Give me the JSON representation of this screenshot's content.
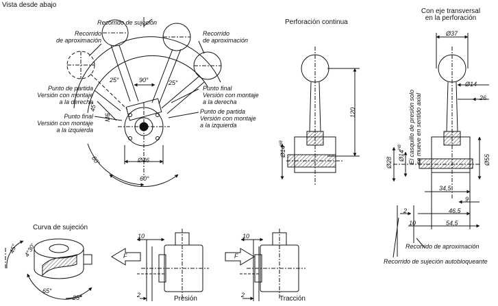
{
  "views": {
    "bottom": {
      "title": "Vista desde abajo",
      "clamping_travel": "Recorrido de sujeción",
      "approach_left": [
        "Recorrido",
        "de aproximación"
      ],
      "approach_right": [
        "Recorrido",
        "de aproximación"
      ],
      "start_right_mount": [
        "Punto de partida",
        "Versión con montaje",
        "a la derecha"
      ],
      "end_left_mount": [
        "Punto final",
        "Versión con montaje",
        "a la izquierda"
      ],
      "end_right_mount": [
        "Punto final",
        "Versión con montaje",
        "a la derecha"
      ],
      "start_left_mount": [
        "Punto de partida",
        "Versión con montaje",
        "a la izquierda"
      ],
      "dims": {
        "a90": "90°",
        "a25_left": "25°",
        "a25_right": "25°",
        "a45": "45°",
        "m6": "M6",
        "d46": "Ø46",
        "a60_bottom": "60°",
        "a60_left": "60°"
      }
    },
    "through": {
      "title": "Perforación continua",
      "dims": {
        "h120": "120",
        "d14": "Ø14",
        "d14_tol": "H8"
      }
    },
    "cross": {
      "title": [
        "Con eje transversal",
        "en la perforación"
      ],
      "note": [
        "El casquillo de presión solo",
        "se mueve en sentido axial"
      ],
      "dims": {
        "d37": "Ø37",
        "d14a": "Ø14",
        "d26": "26",
        "d28": "Ø28",
        "d14b": "Ø14",
        "d14b_tol": "H8",
        "d55": "Ø55",
        "d34_5": "34,5",
        "d9": "9",
        "d46_5": "46,5",
        "d2": "2",
        "d10": "10",
        "d54_5": "54,5"
      },
      "approach": "Recorrido de aproximación",
      "self_locking": "Recorrido de sujeción autobloqueante"
    },
    "curve": {
      "title": "Curva de sujeción",
      "dims": {
        "a45": "45°",
        "a4_30": "4°30'",
        "a65": "65°",
        "a25": "25°"
      }
    },
    "push": {
      "label": "Presión",
      "force": "F",
      "dims": {
        "d10": "10",
        "d2": "2"
      }
    },
    "pull": {
      "label": "Tracción",
      "force": "F",
      "dims": {
        "d10": "10",
        "d2": "2"
      }
    }
  }
}
